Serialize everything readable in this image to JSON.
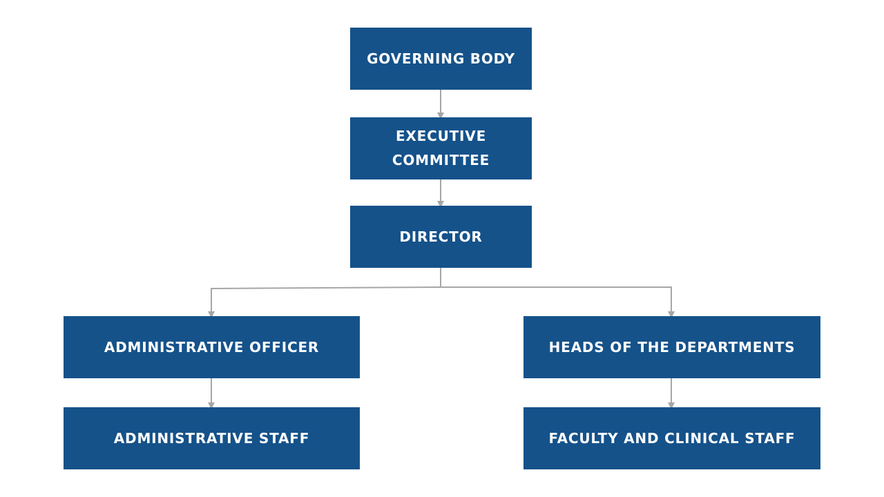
{
  "diagram": {
    "colors": {
      "box_fill": "#15528a",
      "box_text": "#ffffff",
      "connector": "#a6a6a6",
      "background": "#ffffff"
    },
    "nodes": {
      "governing_body": "GOVERNING BODY",
      "executive_committee": "EXECUTIVE COMMITTEE",
      "director": "DIRECTOR",
      "administrative_officer": "ADMINISTRATIVE OFFICER",
      "heads_of_departments": "HEADS OF THE DEPARTMENTS",
      "administrative_staff": "ADMINISTRATIVE STAFF",
      "faculty_clinical_staff": "FACULTY AND CLINICAL STAFF"
    },
    "edges": [
      {
        "from": "governing_body",
        "to": "executive_committee"
      },
      {
        "from": "executive_committee",
        "to": "director"
      },
      {
        "from": "director",
        "to": "administrative_officer"
      },
      {
        "from": "director",
        "to": "heads_of_departments"
      },
      {
        "from": "administrative_officer",
        "to": "administrative_staff"
      },
      {
        "from": "heads_of_departments",
        "to": "faculty_clinical_staff"
      }
    ]
  }
}
